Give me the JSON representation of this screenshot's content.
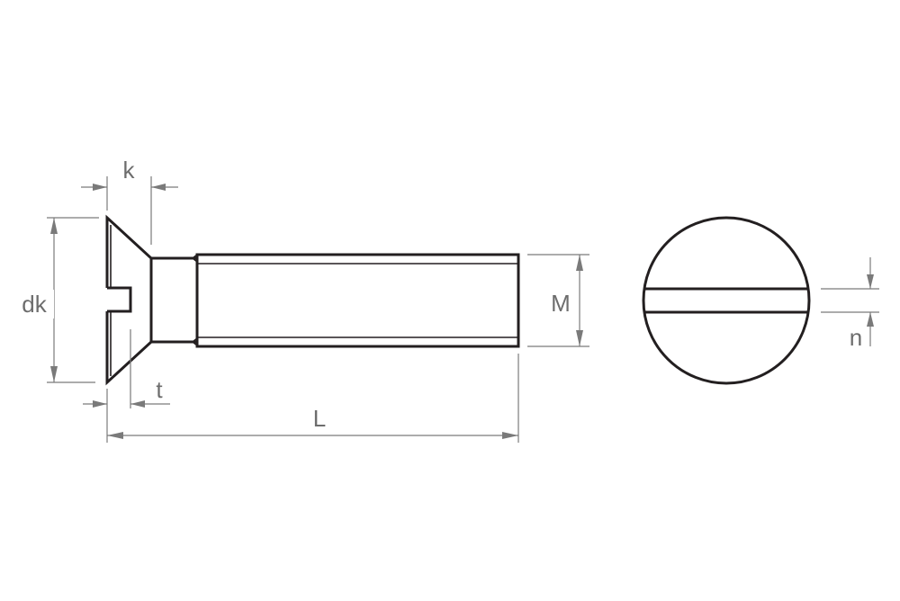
{
  "drawing": {
    "subject": "Slotted countersunk head screw",
    "views": [
      "side-view",
      "head-top-view"
    ],
    "colors": {
      "outline": "#231f20",
      "dimension": "#7a7a7a",
      "label": "#6d6d6d",
      "background": "#ffffff"
    },
    "dimensions": {
      "k": {
        "label": "k",
        "meaning": "head height"
      },
      "dk": {
        "label": "dk",
        "meaning": "head diameter"
      },
      "t": {
        "label": "t",
        "meaning": "slot depth"
      },
      "L": {
        "label": "L",
        "meaning": "length"
      },
      "M": {
        "label": "M",
        "meaning": "thread diameter"
      },
      "n": {
        "label": "n",
        "meaning": "slot width"
      }
    }
  }
}
